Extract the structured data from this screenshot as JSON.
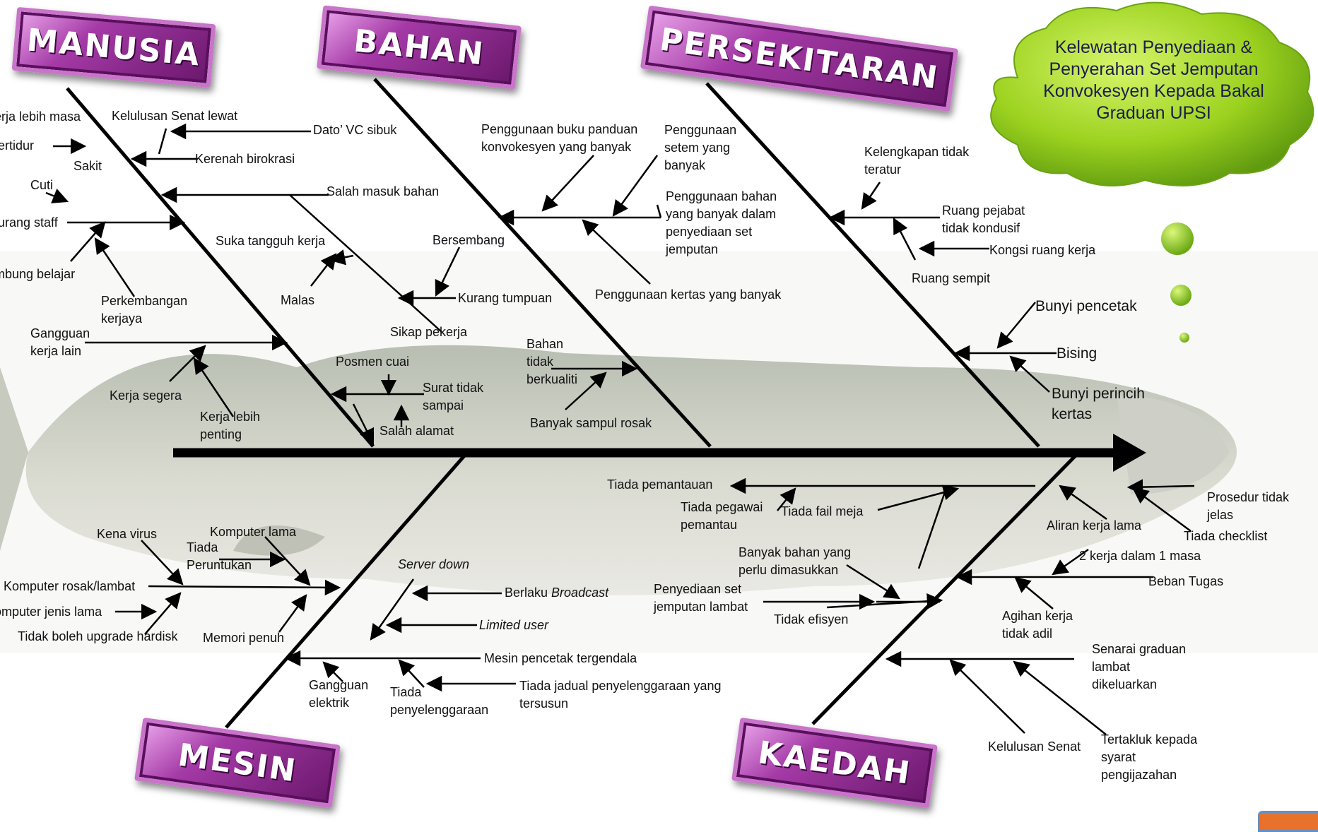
{
  "problem": "Kelewatan Penyediaan & Penyerahan Set Jemputan Konvokesyen Kepada Bakal Graduan UPSI",
  "categories": {
    "manusia": "MANUSIA",
    "bahan": "BAHAN",
    "persekitaran": "PERSEKITARAN",
    "mesin": "MESIN",
    "kaedah": "KAEDAH"
  },
  "labels": {
    "m_kerja_lebih_masa": "Kerja lebih masa",
    "m_tertidur": "Tertidur",
    "m_sakit": "Sakit",
    "m_cuti": "Cuti",
    "m_kurang_staff": "Kurang staff",
    "m_sambung_belajar": "Sambung belajar",
    "m_kelulusan_senat_lewat": "Kelulusan Senat lewat",
    "m_dato_vc": "Dato’ VC sibuk",
    "m_kerenah": "Kerenah birokrasi",
    "m_salah_masuk": "Salah masuk bahan",
    "m_suka_tangguh": "Suka tangguh kerja",
    "m_bersembang": "Bersembang",
    "m_malas": "Malas",
    "m_kurang_tumpuan": "Kurang tumpuan",
    "m_perkembangan": "Perkembangan\nkerjaya",
    "m_sikap": "Sikap pekerja",
    "m_gangguan_kerja": "Gangguan\nkerja lain",
    "m_kerja_segera": "Kerja segera",
    "m_kerja_penting": "Kerja lebih\npenting",
    "m_posmen": "Posmen cuai",
    "m_surat": "Surat tidak\nsampai",
    "m_salah_alamat": "Salah alamat",
    "b_buku": "Penggunaan buku panduan\nkonvokesyen yang banyak",
    "b_setem": "Penggunaan\nsetem  yang\nbanyak",
    "b_bahan_banyak": "Penggunaan bahan\nyang  banyak  dalam\npenyediaan set\njemputan",
    "b_kertas": "Penggunaan kertas yang banyak",
    "b_bahan_tidak": "Bahan\ntidak\nberkualiti",
    "b_sampul": "Banyak sampul rosak",
    "p_kelengkapan": "Kelengkapan tidak\nteratur",
    "p_ruang_pejabat": "Ruang pejabat\ntidak kondusif",
    "p_kongsi": "Kongsi ruang kerja",
    "p_ruang_sempit": "Ruang sempit",
    "p_bunyi_pencetak": "Bunyi pencetak",
    "p_bising": "Bising",
    "p_bunyi_perincih": "Bunyi perincih\nkertas",
    "ms_kena_virus": "Kena virus",
    "ms_komputer_lama": "Komputer lama",
    "ms_tiada_peruntukan": "Tiada\nPeruntukan",
    "ms_komputer_rosak": "Komputer rosak/lambat",
    "ms_komputer_jenis": "Komputer jenis lama",
    "ms_tidak_boleh": "Tidak boleh upgrade hardisk",
    "ms_memori": "Memori penuh",
    "ms_server_down": "Server down",
    "ms_berlaku": "Berlaku ",
    "ms_broadcast": "Broadcast",
    "ms_limited": "Limited user",
    "ms_mesin_pencetak": "Mesin pencetak tergendala",
    "ms_gangguan_elektrik": "Gangguan\nelektrik",
    "ms_tiada_penyelenggaraan": "Tiada\npenyelenggaraan",
    "ms_tiada_jadual": "Tiada jadual penyelenggaraan yang\ntersusun",
    "k_tiada_pemantauan": "Tiada pemantauan",
    "k_tiada_pegawai": "Tiada pegawai\npemantau",
    "k_tiada_fail": "Tiada fail meja",
    "k_prosedur": "Prosedur tidak\njelas",
    "k_aliran": "Aliran kerja lama",
    "k_checklist": "Tiada checklist",
    "k_banyak_bahan": "Banyak bahan yang\nperlu dimasukkan",
    "k_penyediaan_lambat": "Penyediaan set\njemputan lambat",
    "k_tidak_efisyen": "Tidak efisyen",
    "k_2_kerja": "2 kerja dalam 1 masa",
    "k_beban": "Beban Tugas",
    "k_agihan": "Agihan kerja\ntidak adil",
    "k_senarai": "Senarai graduan\nlambat\ndikeluarkan",
    "k_kelulusan": "Kelulusan Senat",
    "k_tertakluk": "Tertakluk kepada\nsyarat\npengijazahan"
  },
  "colors": {
    "cloud": "#9cd21f",
    "bubble": "#8cc81a",
    "category_fill": "#8e2d91",
    "line": "#000000",
    "corner_tab": "#e8712b"
  }
}
